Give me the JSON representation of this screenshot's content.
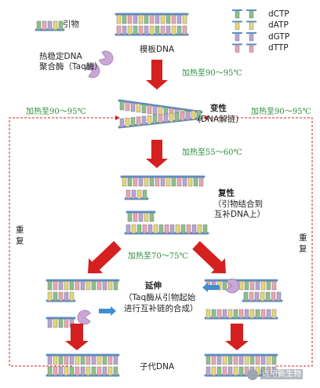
{
  "legend": {
    "primer": "引物",
    "template": "模板DNA",
    "polymerase": "热稳定DNA\n聚合酶（Taq酶）",
    "dCTP": "dCTP",
    "dATP": "dATP",
    "dGTP": "dGTP",
    "dTTP": "dTTP"
  },
  "steps": {
    "heat1": "加热至90～95℃",
    "denature_title": "变性",
    "denature_note": "(DNA解链)",
    "heat2": "加热至55～60℃",
    "anneal_title": "复性",
    "anneal_note1": "（引物结合到",
    "anneal_note2": "互补DNA上）",
    "heat3": "加热至70～75℃",
    "extend_title": "延伸",
    "extend_note1": "（Taq酶从引物起始",
    "extend_note2": "进行互补链的合成）",
    "product": "子代DNA"
  },
  "loop": {
    "left_heat": "加热至90～95℃",
    "right_heat": "加热至90～95℃",
    "left_repeat": "重复",
    "right_repeat": "重复"
  },
  "watermark": "逗陪新生物",
  "colors": {
    "dCTP": "#8fbf8b",
    "dATP": "#e6d67a",
    "dGTP": "#b9a4d4",
    "dTTP": "#e7a7b0",
    "backbone": "#5b8fc9",
    "arrow_red": "#d42020",
    "arrow_blue": "#3c8fd0",
    "enzyme": "#c8a6d6",
    "loop_dash": "#d42020"
  }
}
